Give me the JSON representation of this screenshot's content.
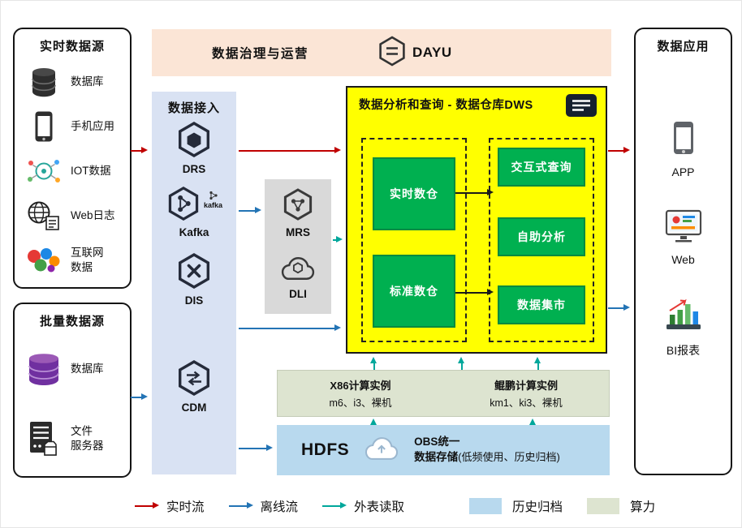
{
  "realtime_sources": {
    "title": "实时数据源",
    "items": [
      {
        "label": "数据库"
      },
      {
        "label": "手机应用"
      },
      {
        "label": "IOT数据"
      },
      {
        "label": "Web日志"
      },
      {
        "label": "互联网\n数据"
      }
    ]
  },
  "batch_sources": {
    "title": "批量数据源",
    "items": [
      {
        "label": "数据库"
      },
      {
        "label": "文件\n服务器"
      }
    ]
  },
  "governance": {
    "title": "数据治理与运营",
    "logo_text": "DAYU"
  },
  "ingestion": {
    "title": "数据接入",
    "services": [
      {
        "label": "DRS"
      },
      {
        "label": "Kafka",
        "badge": "kafka"
      },
      {
        "label": "DIS"
      },
      {
        "label": "CDM"
      }
    ]
  },
  "processing": {
    "services": [
      {
        "label": "MRS"
      },
      {
        "label": "DLI"
      }
    ]
  },
  "dws": {
    "title": "数据分析和查询 - 数据仓库DWS",
    "warehouses": [
      {
        "label": "实时数仓"
      },
      {
        "label": "标准数仓"
      }
    ],
    "services": [
      {
        "label": "交互式查询"
      },
      {
        "label": "自助分析"
      },
      {
        "label": "数据集市"
      }
    ]
  },
  "compute": {
    "x86": {
      "title": "X86计算实例",
      "models": "m6、i3、裸机"
    },
    "kunpeng": {
      "title": "鲲鹏计算实例",
      "models": "km1、ki3、裸机"
    }
  },
  "storage": {
    "hdfs": "HDFS",
    "obs_line1": "OBS统一",
    "obs_line2": "数据存储",
    "note": "(低频使用、历史归档)"
  },
  "applications": {
    "title": "数据应用",
    "items": [
      {
        "label": "APP"
      },
      {
        "label": "Web"
      },
      {
        "label": "BI报表"
      }
    ]
  },
  "legend": {
    "items": [
      {
        "label": "实时流",
        "type": "arrow",
        "color": "#c00000"
      },
      {
        "label": "离线流",
        "type": "arrow",
        "color": "#2374b5"
      },
      {
        "label": "外表读取",
        "type": "arrow",
        "color": "#00a79b"
      },
      {
        "label": "历史归档",
        "type": "swatch",
        "color": "#b8d9ee"
      },
      {
        "label": "算力",
        "type": "swatch",
        "color": "#dde4d0"
      }
    ]
  },
  "colors": {
    "governance_bg": "#fbe5d6",
    "ingestion_bg": "#d9e2f3",
    "processing_bg": "#d9d9d9",
    "dws_bg": "#ffff00",
    "warehouse_green": "#00b050",
    "compute_bg": "#dde4d0",
    "storage_bg": "#b8d9ee"
  }
}
